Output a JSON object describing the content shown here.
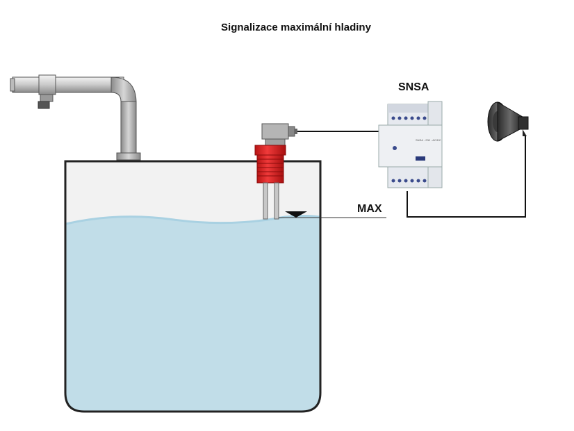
{
  "title": "Signalizace maximální hladiny",
  "level_label": "MAX",
  "relay": {
    "label": "SNSA",
    "model_text": "SNSA - 230 - AC/DC"
  },
  "components": [
    "inlet-pipe",
    "tank",
    "level-probe",
    "relay",
    "horn-speaker"
  ],
  "colors": {
    "water": "#c1dde8",
    "water_surface": "#a9d1e2",
    "tank_air": "#f2f2f2",
    "tank_outline": "#222222",
    "probe_body": "#e02525",
    "pipe": "#c8c8c8"
  }
}
